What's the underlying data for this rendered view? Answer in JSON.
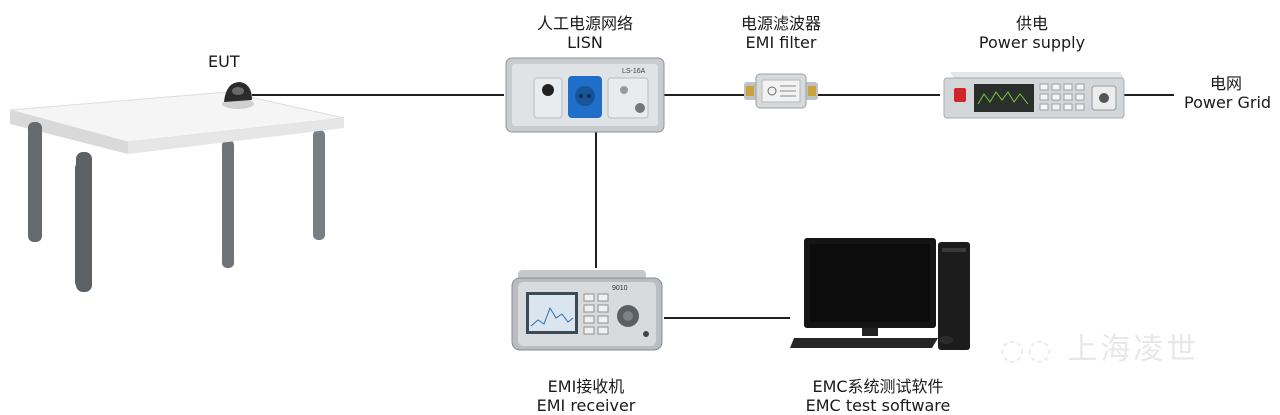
{
  "nodes": {
    "eut": {
      "label": "EUT"
    },
    "lisn": {
      "label_cn": "人工电源网络",
      "label_en": "LISN",
      "panel_text": "LS-16A"
    },
    "filter": {
      "label_cn": "电源滤波器",
      "label_en": "EMI filter"
    },
    "supply": {
      "label_cn": "供电",
      "label_en": "Power supply"
    },
    "grid": {
      "label_cn": "电网",
      "label_en": "Power Grid"
    },
    "receiver": {
      "label_cn": "EMI接收机",
      "label_en": "EMI receiver",
      "panel_text": "9010"
    },
    "software": {
      "label_cn": "EMC系统测试软件",
      "label_en": "EMC test software"
    }
  },
  "watermark": {
    "text": "上海凌世"
  },
  "colors": {
    "wire": "#1f1f1f",
    "table_top": "#f5f5f5",
    "table_leg": "#6e7378",
    "lisn_socket": "#1f6fc9"
  }
}
